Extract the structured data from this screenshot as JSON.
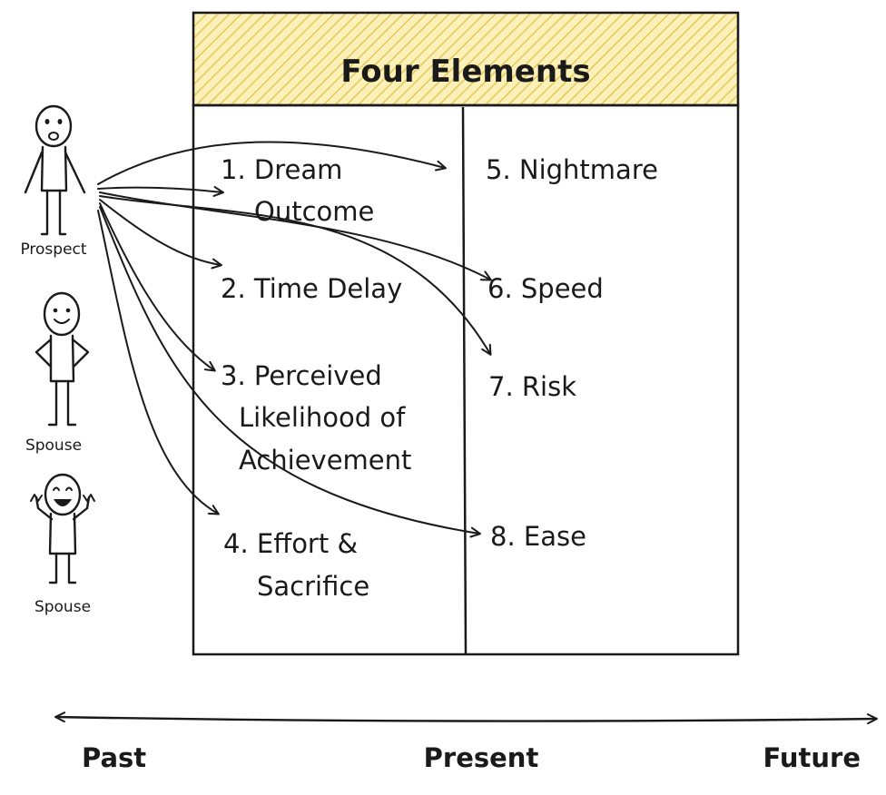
{
  "title": "Four Elements",
  "items_left": [
    {
      "lines": [
        "1. Dream",
        "Outcome"
      ]
    },
    {
      "lines": [
        "2. Time Delay"
      ]
    },
    {
      "lines": [
        "3. Perceived",
        "Likelihood of",
        "Achievement"
      ]
    },
    {
      "lines": [
        "4. Effort &",
        "Sacrifice"
      ]
    }
  ],
  "items_right": [
    {
      "lines": [
        "5. Nightmare"
      ]
    },
    {
      "lines": [
        "6. Speed"
      ]
    },
    {
      "lines": [
        "7. Risk"
      ]
    },
    {
      "lines": [
        "8. Ease"
      ]
    }
  ],
  "people": [
    {
      "label": "Prospect",
      "face": "worried"
    },
    {
      "label": "Spouse",
      "face": "smile"
    },
    {
      "label": "Spouse",
      "face": "happy"
    }
  ],
  "timeline": {
    "past": "Past",
    "present": "Present",
    "future": "Future"
  },
  "colors": {
    "header_fill": "#fbf0b8",
    "hatch": "#e2c95a",
    "ink": "#1a1a1a"
  }
}
